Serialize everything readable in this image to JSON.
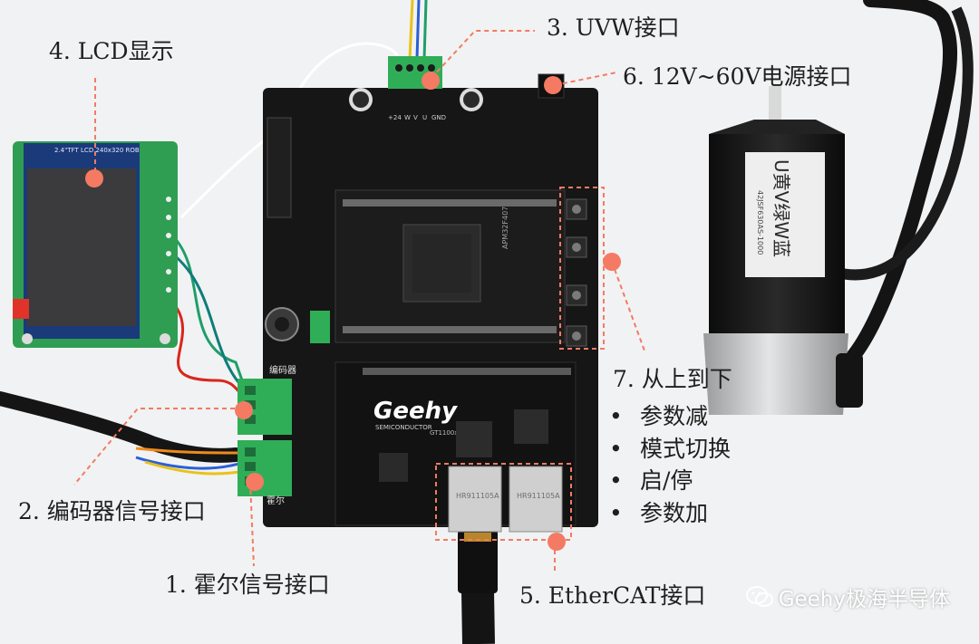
{
  "callouts": {
    "lcd": "4. LCD显示",
    "uvw": "3. UVW接口",
    "power": "6. 12V~60V电源接口",
    "encoder": "2. 编码器信号接口",
    "hall": "1. 霍尔信号接口",
    "ethercat": "5. EtherCAT接口",
    "buttons_title": "7. 从上到下",
    "buttons": [
      "参数减",
      "模式切换",
      "启/停",
      "参数加"
    ]
  },
  "board": {
    "brand": "Geehy",
    "semiconductor": "SEMICONDUCTOR",
    "model": "GT1100xxx V1.0",
    "chip_label": "APM32F407",
    "jack_label": "HR911105A"
  },
  "motor": {
    "label_text": "U黄V绿W蓝",
    "model": "42JSF630AS-1000"
  },
  "lcd_module": {
    "header": "2.4\"TFT LCD 240x320 ROB"
  },
  "terminals": {
    "uvw_labels": [
      "+24",
      "W",
      "V",
      "U",
      "GND"
    ],
    "encoder_label": "编码器",
    "hall_label": "霍尔"
  },
  "watermark": {
    "text": "Geehy极海半导体"
  },
  "colors": {
    "background": "#f1f2f3",
    "board": "#161616",
    "terminal_green": "#2fae57",
    "marker": "#f47a63",
    "lcd_pcb": "#2f9e53",
    "motor_body": "#161616",
    "motor_cap": "#c7c8c9"
  }
}
